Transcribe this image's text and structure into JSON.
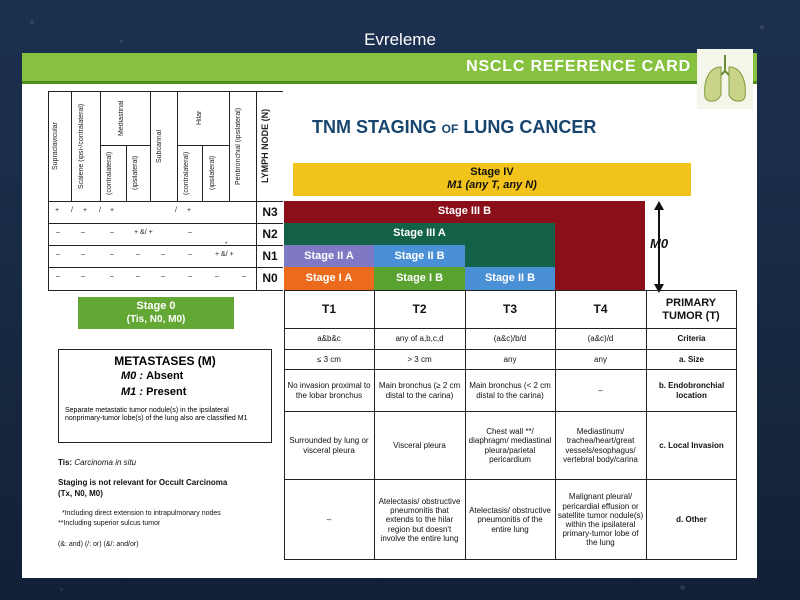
{
  "slide_title": "Evreleme",
  "card_header": "NSCLC REFERENCE CARD",
  "main_title_part1": "TNM STAGING ",
  "main_title_of": "OF",
  "main_title_part2": " LUNG CANCER",
  "node_columns": [
    "Supraclavicular",
    "Scalene (ipsi-/contralateral)",
    "(contralateral)",
    "(ipsilateral)",
    "Subcarinal",
    "(contralateral)",
    "(ipsilateral)",
    "Peribronchial (ipsilateral)"
  ],
  "mediastinal_label": "Mediastinal",
  "hilar_label": "Hilar",
  "lymph_node_header": "LYMPH NODE (N)",
  "node_rows": [
    {
      "label": "N3",
      "cells": [
        "+",
        "/",
        "+",
        "/",
        "+",
        "",
        "/",
        "+",
        ""
      ]
    },
    {
      "label": "N2",
      "cells": [
        "–",
        "–",
        "–",
        "+ &/ +",
        "",
        "–",
        "",
        "",
        ""
      ]
    },
    {
      "label": "N1",
      "cells": [
        "–",
        "–",
        "–",
        "–",
        "–",
        "–",
        "+ &/ +",
        "",
        ""
      ]
    },
    {
      "label": "N0",
      "cells": [
        "–",
        "–",
        "–",
        "–",
        "–",
        "–",
        "–",
        "–",
        ""
      ]
    }
  ],
  "n1_superscript": "*",
  "stage_iv": {
    "line1": "Stage IV",
    "line2": "M1 (any T, any N)"
  },
  "stage_iiib": "Stage III B",
  "stage_iiia": "Stage III A",
  "stage_iia_1": "Stage II A",
  "stage_iib_1": "Stage II B",
  "stage_ia": "Stage I A",
  "stage_ib": "Stage I B",
  "stage_iib_2": "Stage II B",
  "m0_label": "M0",
  "stage_0": {
    "line1": "Stage 0",
    "line2": "(Tis, N0, M0)"
  },
  "t_headers": [
    "T1",
    "T2",
    "T3",
    "T4",
    "PRIMARY TUMOR (T)"
  ],
  "t_rows": [
    [
      "a&b&c",
      "any of a,b,c,d",
      "(a&c)/b/d",
      "(a&c)/d",
      "Criteria"
    ],
    [
      "≤ 3 cm",
      "> 3 cm",
      "any",
      "any",
      "a. Size"
    ],
    [
      "No invasion proximal to the lobar bronchus",
      "Main bronchus (≥ 2 cm distal to the carina)",
      "Main bronchus (< 2 cm distal to the carina)",
      "–",
      "b. Endobronchial location"
    ],
    [
      "Surrounded by lung or visceral pleura",
      "Visceral pleura",
      "Chest wall **/ diaphragm/ mediastinal pleura/parietal pericardium",
      "Mediastinum/ trachea/heart/great vessels/esophagus/ vertebral body/carina",
      "c. Local Invasion"
    ],
    [
      "–",
      "Atelectasis/ obstructive pneumonitis that extends to the hilar region but doesn't involve the entire lung",
      "Atelectasis/ obstructive pneumonitis of the entire lung",
      "Malignant pleural/ pericardial effusion or satellite tumor nodule(s) within the ipsilateral primary-tumor lobe of the lung",
      "d. Other"
    ]
  ],
  "metastases": {
    "title": "METASTASES (M)",
    "m0_key": "M0 :",
    "m0_val": "Absent",
    "m1_key": "M1 :",
    "m1_val": "Present",
    "note": "Separate metastatic tumor nodule(s) in the ipsilateral nonprimary-tumor lobe(s) of the lung also are classified M1"
  },
  "tis_key": "Tis:",
  "tis_val": "Carcinoma in situ",
  "occult_note_1": "Staging is not relevant for Occult Carcinoma",
  "occult_note_2": "(Tx, N0, M0)",
  "footnote_1": "*Including direct extension to intrapulmonary nodes",
  "footnote_2": "**Including superior sulcus tumor",
  "legend": "(&: and) (/: or) (&/: and/or)",
  "colors": {
    "band": "#86c13f",
    "stage_iv": "#f2c31a",
    "stage_iii_b": "#8b0f19",
    "stage_iii_a": "#14614a",
    "stage_ii_a": "#7f78c4",
    "stage_ii_b": "#4a90d6",
    "stage_i_a": "#ec6a1c",
    "stage_i_b": "#5aa22f",
    "stage_0": "#63a834"
  }
}
